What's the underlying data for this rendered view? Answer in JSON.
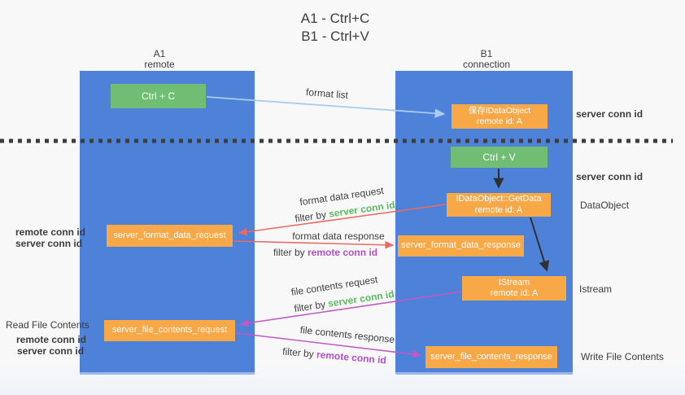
{
  "title": {
    "line1": "A1 - Ctrl+C",
    "line2": "B1 - Ctrl+V"
  },
  "lanes": {
    "a": {
      "id": "A1",
      "role": "remote"
    },
    "b": {
      "id": "B1",
      "role": "connection"
    }
  },
  "nodes": {
    "ctrl_c": {
      "label": "Ctrl + C"
    },
    "save_dataobject": {
      "line1": "保存IDataObject",
      "line2": "remote id: A"
    },
    "ctrl_v": {
      "label": "Ctrl + V"
    },
    "getdata": {
      "line1": "IDataObject::GetData",
      "line2": "remote id: A"
    },
    "format_request": {
      "label": "server_format_data_request"
    },
    "format_response": {
      "label": "server_format_data_response"
    },
    "istream": {
      "line1": "IStream",
      "line2": "remote id: A"
    },
    "file_request": {
      "label": "server_file_contents_request"
    },
    "file_response": {
      "label": "server_file_contents_response"
    }
  },
  "arrows": {
    "format_list": "format list",
    "format_data_request": "format data request",
    "format_data_response": "format data response",
    "file_contents_request": "file contents request",
    "file_contents_response": "file contents response",
    "filter_by": "filter by",
    "server_conn_id": "server conn id",
    "remote_conn_id": "remote conn id"
  },
  "side_labels": {
    "server_conn_id": "server conn id",
    "remote_conn_id": "remote conn id",
    "dataobject": "DataObject",
    "istream": "Istream",
    "read_file_contents": "Read File Contents",
    "write_file_contents": "Write File Contents"
  },
  "colors": {
    "lane_blue": "#4E81D8",
    "node_green": "#6FBE73",
    "node_orange": "#F9A848",
    "text_green": "#5CBB63",
    "text_purple": "#B151C9",
    "arrow_red": "#E96A60",
    "arrow_magenta": "#C05BC5",
    "arrow_light_blue": "#A9CBEF",
    "arrow_black": "#303030",
    "text_dark": "#3F3F3F"
  }
}
